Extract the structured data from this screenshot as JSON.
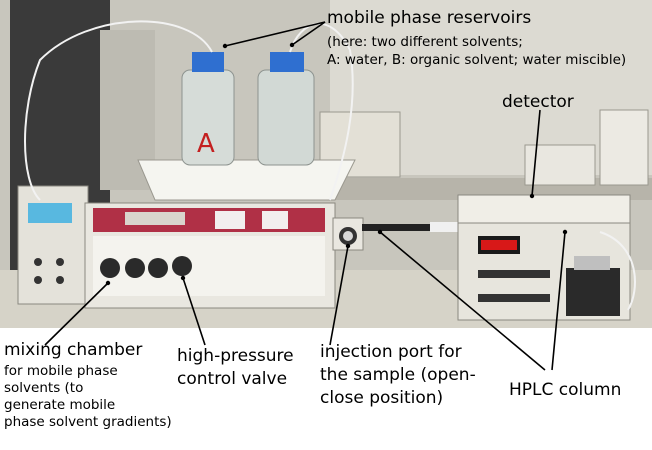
{
  "labels": {
    "reservoirs_title": "mobile phase reservoirs",
    "reservoirs_note_1": "(here: two different solvents;",
    "reservoirs_note_2": "A: water, B: organic solvent; water miscible)",
    "detector": "detector",
    "mixing_line_1": "mixing chamber",
    "mixing_line_2": "for mobile phase",
    "mixing_line_3": "solvents (to",
    "mixing_line_4": "generate mobile",
    "mixing_line_5": "phase solvent gradients)",
    "valve_line_1": "high-pressure",
    "valve_line_2": "control valve",
    "injection_line_1": "injection port for",
    "injection_line_2": "the sample (open-",
    "injection_line_3": "close position)",
    "column": "HPLC column"
  },
  "colors": {
    "background_wall": "#c9c7bd",
    "bench": "#d9d6cc",
    "pump_red_panel": "#b03046",
    "bottle_cap": "#2f6fd0",
    "detector_display": "#d81818"
  }
}
